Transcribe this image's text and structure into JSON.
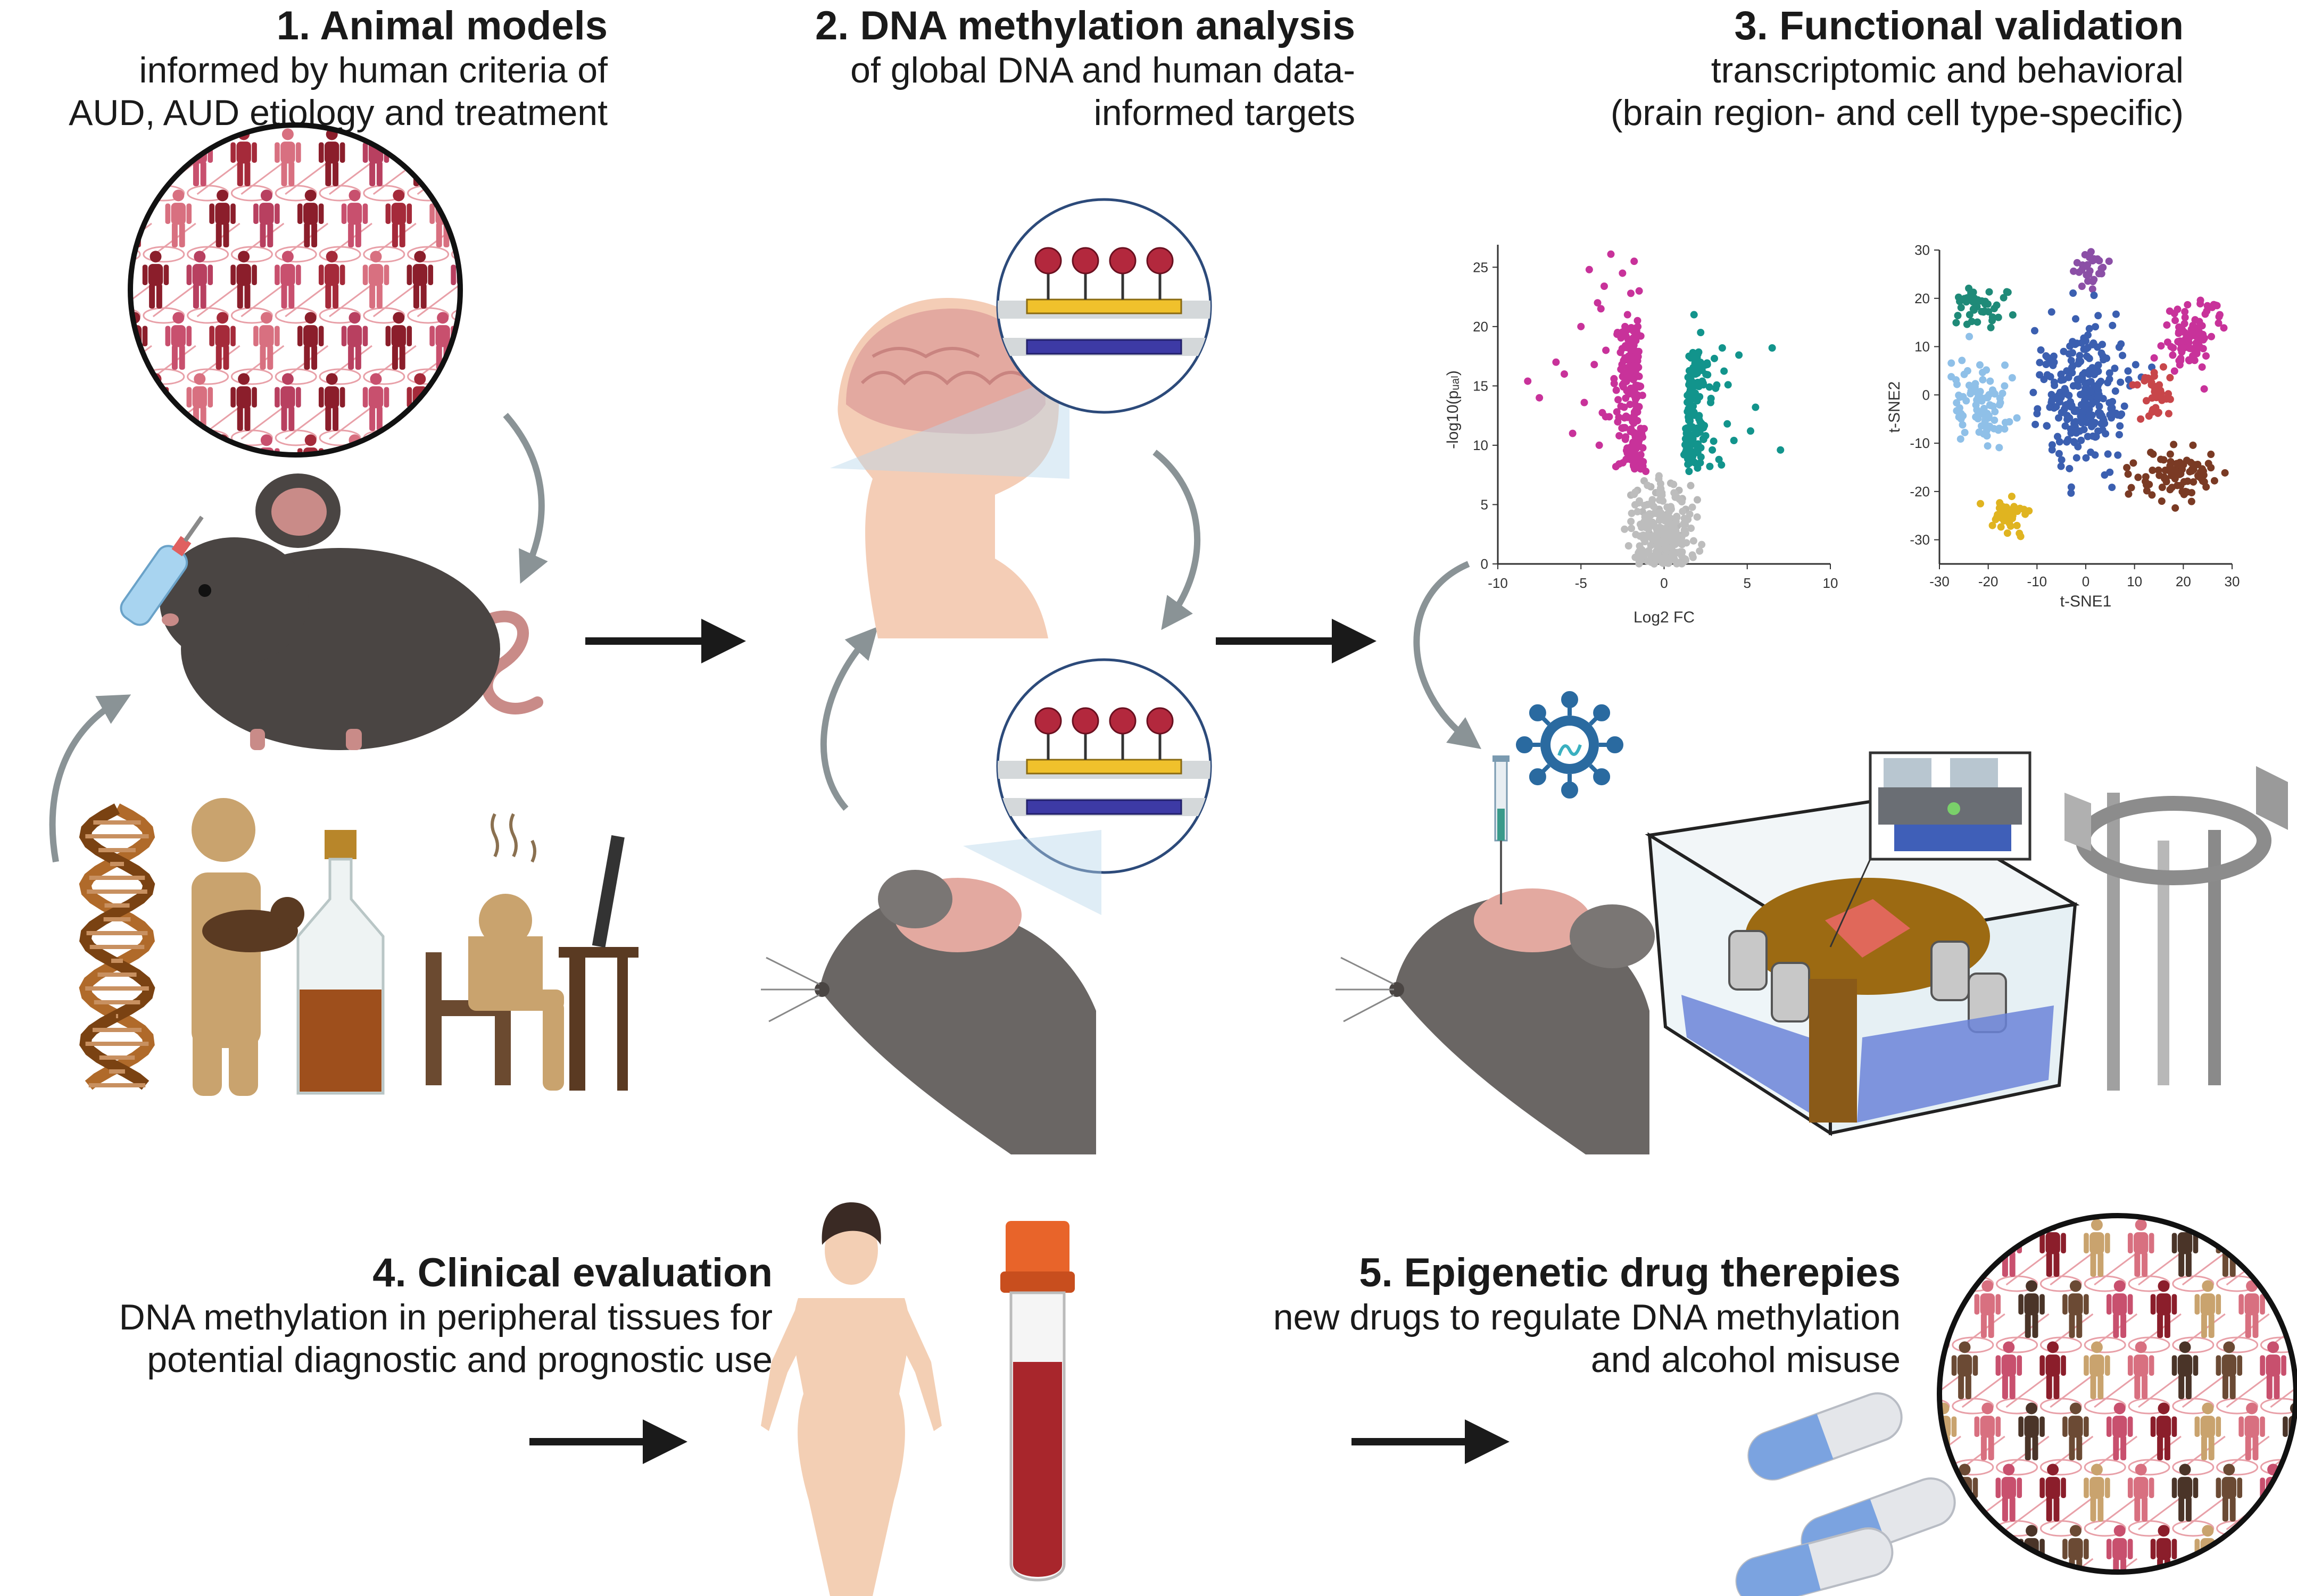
{
  "step1": {
    "title": "1.  Animal models",
    "line1": "informed by human criteria of",
    "line2": "AUD, AUD etiology and treatment"
  },
  "step2": {
    "title": "2. DNA methylation analysis",
    "line1": "of global DNA and human data-",
    "line2": "informed targets"
  },
  "step3": {
    "title": "3. Functional validation",
    "line1": "transcriptomic  and behavioral",
    "line2": "(brain region- and cell type-specific)"
  },
  "step4": {
    "title": "4. Clinical evaluation",
    "line1": "DNA methylation in peripheral tissues for",
    "line2": "potential diagnostic and prognostic use"
  },
  "step5": {
    "title": "5. Epigenetic drug therepies",
    "line1": "new drugs to regulate DNA methylation",
    "line2": "and alcohol misuse"
  },
  "colors": {
    "arrow": "#1a1a1a",
    "curve_arrow": "#8a9396",
    "crowd_dark": "#8b1e2b",
    "crowd_pink": "#c8506e",
    "mouse": "#4a4543",
    "skin": "#f4cdb6",
    "blood": "#a8262c",
    "cap": "#e8642a",
    "pill_blue": "#7ba3e0",
    "methyl": "#b3283d",
    "strand_gold": "#f0c12c",
    "strand_navy": "#3d3aa5"
  },
  "chart_data": [
    {
      "type": "scatter",
      "subtype": "volcano",
      "xlabel": "Log2 FC",
      "ylabel": "-log10(pᵤₐₗ)",
      "xlim": [
        -10,
        10
      ],
      "ylim": [
        0,
        26
      ],
      "xticks": [
        -10,
        -5,
        0,
        5,
        10
      ],
      "yticks": [
        0,
        5,
        10,
        15,
        20,
        25
      ],
      "tick_labels_x": [
        "-10",
        "-5",
        "0",
        "5",
        "10"
      ],
      "tick_labels_y": [
        "0",
        "5",
        "10",
        "15",
        "20",
        "25"
      ],
      "series": [
        {
          "color": "#c8329a",
          "points": [
            [
              -3.2,
              26.1
            ],
            [
              -1.8,
              25.5
            ],
            [
              -2.5,
              24.5
            ],
            [
              -4.5,
              24.8
            ],
            [
              -2,
              22.8
            ],
            [
              -1.5,
              23
            ],
            [
              -3.8,
              21.5
            ],
            [
              -2.2,
              21
            ],
            [
              -1.6,
              20.5
            ],
            [
              -5,
              20
            ],
            [
              -2.8,
              19.5
            ],
            [
              -1.4,
              19.2
            ],
            [
              -3.5,
              18
            ],
            [
              -2.1,
              18.4
            ],
            [
              -1.7,
              17.5
            ],
            [
              -4.2,
              16.8
            ],
            [
              -6.5,
              17
            ],
            [
              -2.6,
              16.4
            ],
            [
              -1.5,
              15.8
            ],
            [
              -3,
              15.2
            ],
            [
              -2,
              14.8
            ],
            [
              -1.3,
              14.2
            ],
            [
              -7.5,
              14
            ],
            [
              -4.8,
              13.6
            ],
            [
              -2.4,
              13.2
            ],
            [
              -1.6,
              12.8
            ],
            [
              -3.3,
              12.4
            ],
            [
              -1.9,
              12
            ],
            [
              -1.2,
              11.4
            ],
            [
              -5.5,
              11
            ],
            [
              -2.7,
              10.8
            ],
            [
              -1.5,
              10.4
            ],
            [
              -3.9,
              10
            ],
            [
              -2.2,
              9.6
            ],
            [
              -1.4,
              9.2
            ],
            [
              -1.8,
              8.6
            ],
            [
              -2.9,
              8.2
            ],
            [
              -1.1,
              7.8
            ],
            [
              -6,
              16
            ],
            [
              -8.2,
              15.4
            ],
            [
              -4,
              22
            ],
            [
              -3.6,
              23.4
            ]
          ]
        },
        {
          "color": "#12948c",
          "points": [
            [
              1.8,
              21
            ],
            [
              2.2,
              19.5
            ],
            [
              3.5,
              18.2
            ],
            [
              1.5,
              17.5
            ],
            [
              2.6,
              16.8
            ],
            [
              4.5,
              17.6
            ],
            [
              1.9,
              16
            ],
            [
              2.3,
              15.4
            ],
            [
              3.1,
              14.8
            ],
            [
              1.4,
              14.2
            ],
            [
              2.8,
              13.6
            ],
            [
              5.5,
              13.2
            ],
            [
              1.7,
              12.8
            ],
            [
              2.1,
              12.2
            ],
            [
              3.8,
              11.8
            ],
            [
              1.3,
              11.4
            ],
            [
              2.5,
              10.8
            ],
            [
              4.2,
              10.4
            ],
            [
              1.6,
              10
            ],
            [
              2.9,
              9.6
            ],
            [
              1.2,
              9.2
            ],
            [
              3.3,
              8.8
            ],
            [
              6.5,
              18.2
            ],
            [
              5.2,
              11.2
            ],
            [
              7,
              9.6
            ],
            [
              2,
              8.4
            ],
            [
              1.5,
              7.8
            ]
          ]
        },
        {
          "color": "#b8b8b8",
          "points": [
            [
              -1.2,
              7
            ],
            [
              -0.8,
              6.5
            ],
            [
              -0.5,
              6
            ],
            [
              0.4,
              6.8
            ],
            [
              0.9,
              6.2
            ],
            [
              1.1,
              5.5
            ],
            [
              -1,
              5
            ],
            [
              -0.3,
              4.6
            ],
            [
              0.2,
              4.2
            ],
            [
              0.6,
              3.8
            ],
            [
              -0.7,
              3.5
            ],
            [
              -1.3,
              4.4
            ],
            [
              1.3,
              4.6
            ],
            [
              0.8,
              3.2
            ],
            [
              -0.2,
              2.8
            ],
            [
              0.3,
              2.2
            ],
            [
              -0.5,
              2
            ],
            [
              0.1,
              1.4
            ],
            [
              -0.1,
              0.8
            ],
            [
              0.4,
              1
            ],
            [
              -1.6,
              6.2
            ],
            [
              1.6,
              6.6
            ],
            [
              -2,
              5.8
            ],
            [
              2,
              5.4
            ],
            [
              -0.9,
              2.6
            ],
            [
              1,
              2.4
            ],
            [
              0,
              0.3
            ]
          ]
        }
      ]
    },
    {
      "type": "scatter",
      "subtype": "tsne",
      "xlabel": "t-SNE1",
      "ylabel": "t-SNE2",
      "xlim": [
        -30,
        30
      ],
      "ylim": [
        -35,
        30
      ],
      "xticks": [
        -30,
        -20,
        -10,
        0,
        10,
        20,
        30
      ],
      "yticks": [
        -30,
        -20,
        -10,
        0,
        10,
        20,
        30
      ],
      "tick_labels_x": [
        "-30",
        "-20",
        "-10",
        "0",
        "10",
        "20",
        "30"
      ],
      "tick_labels_y": [
        "-30",
        "-20",
        "-10",
        "0",
        "10",
        "20",
        "30"
      ],
      "series": [
        {
          "color": "#1f8a78",
          "center": [
            -22,
            18
          ],
          "spread": [
            5,
            4
          ],
          "n": 45
        },
        {
          "color": "#8b4fa6",
          "center": [
            2,
            26
          ],
          "spread": [
            4,
            3
          ],
          "n": 30
        },
        {
          "color": "#8fc0e8",
          "center": [
            -21,
            -2
          ],
          "spread": [
            6,
            8
          ],
          "n": 90
        },
        {
          "color": "#3b5fb0",
          "center": [
            -1,
            0
          ],
          "spread": [
            9,
            13
          ],
          "n": 260
        },
        {
          "color": "#c8329a",
          "center": [
            22,
            12
          ],
          "spread": [
            5,
            7
          ],
          "n": 90
        },
        {
          "color": "#c8464a",
          "center": [
            14,
            1
          ],
          "spread": [
            3,
            5
          ],
          "n": 35
        },
        {
          "color": "#7a3a24",
          "center": [
            18,
            -16
          ],
          "spread": [
            8,
            5
          ],
          "n": 85
        },
        {
          "color": "#e0b420",
          "center": [
            -16,
            -25
          ],
          "spread": [
            3.5,
            3.5
          ],
          "n": 40
        }
      ]
    }
  ]
}
